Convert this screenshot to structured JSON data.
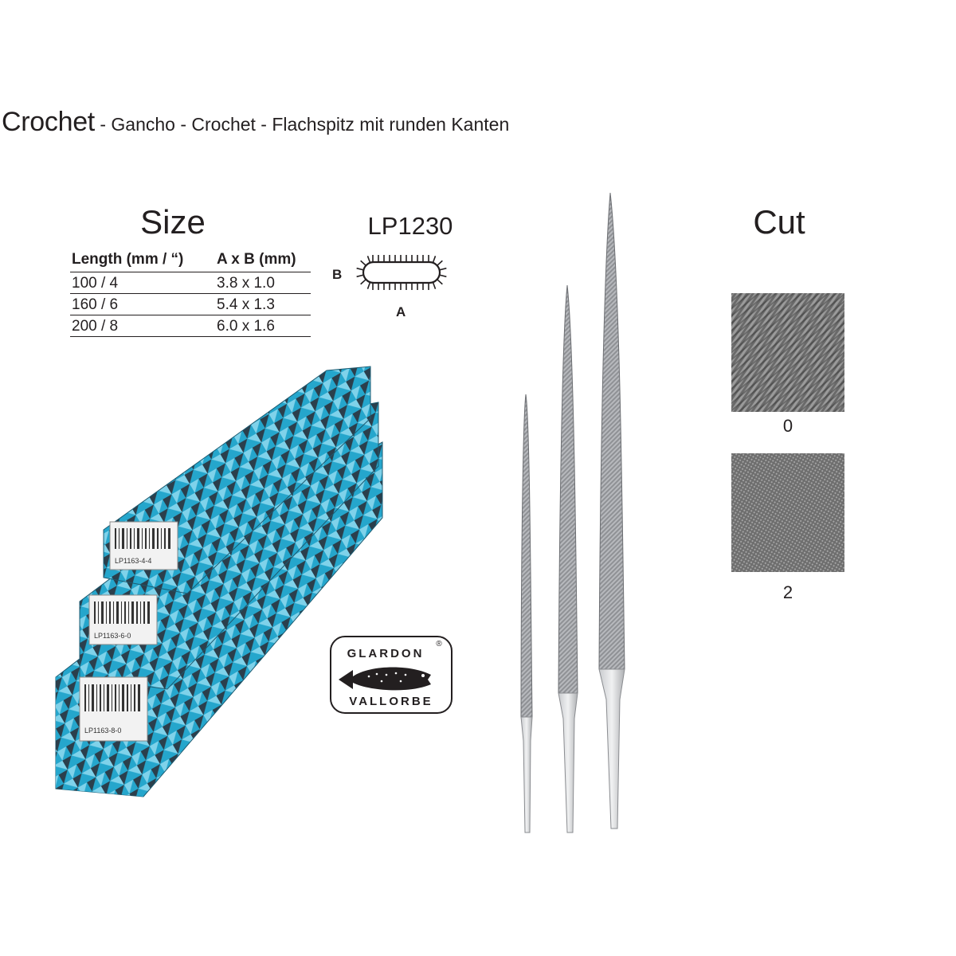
{
  "title": {
    "main": "Crochet",
    "rest": " - Gancho - Crochet - Flachspitz mit runden Kanten"
  },
  "size": {
    "heading": "Size",
    "columns": [
      "Length (mm / “)",
      "A x B (mm)"
    ],
    "rows": [
      [
        "100 / 4",
        "3.8 x 1.0"
      ],
      [
        "160 / 6",
        "5.4 x 1.3"
      ],
      [
        "200 / 8",
        "6.0 x 1.6"
      ]
    ]
  },
  "profile": {
    "model": "LP1230",
    "dim_b": "B",
    "dim_a": "A"
  },
  "cut": {
    "heading": "Cut",
    "options": [
      {
        "label": "0"
      },
      {
        "label": "2"
      }
    ]
  },
  "boxes": {
    "labels": [
      "LP1163-4-4",
      "LP1163-6-0",
      "LP1163-8-0"
    ]
  },
  "logo": {
    "top": "GLARDON",
    "bottom": "VALLORBE",
    "registered": "®"
  },
  "colors": {
    "text": "#231f20",
    "box_blue": "#1fa3c8",
    "box_dark": "#2f4a5a",
    "file_steel": "#8e9094",
    "cut_grey": "#6f6f6f"
  }
}
